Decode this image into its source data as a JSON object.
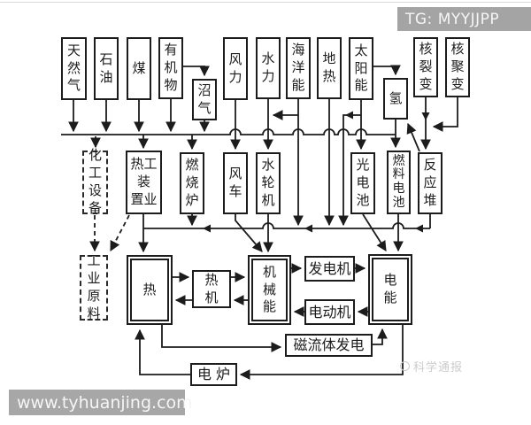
{
  "header": {
    "badge": "TG: MYYJJPP"
  },
  "watermarks": {
    "site": "www.tyhuanjing.com",
    "source": "科学通报"
  },
  "colors": {
    "line": "#1c1c1c",
    "badge_bg": "#a4a4a4",
    "badge_text": "#f5f5f5",
    "source_mark": "#cccccc",
    "background": "#ffffff"
  },
  "nodes": {
    "natural_gas": {
      "label": "天然气",
      "lines": [
        "天",
        "然",
        "气"
      ]
    },
    "oil": {
      "label": "石油",
      "lines": [
        "石",
        "油"
      ]
    },
    "coal": {
      "label": "煤",
      "lines": [
        "煤"
      ]
    },
    "organic": {
      "label": "有机物",
      "lines": [
        "有",
        "机",
        "物"
      ]
    },
    "biogas": {
      "label": "沼气",
      "lines": [
        "沼",
        "气"
      ]
    },
    "wind": {
      "label": "风力",
      "lines": [
        "风",
        "力"
      ]
    },
    "hydro": {
      "label": "水力",
      "lines": [
        "水",
        "力"
      ]
    },
    "ocean": {
      "label": "海洋能",
      "lines": [
        "海",
        "洋",
        "能"
      ]
    },
    "geothermal": {
      "label": "地热",
      "lines": [
        "地",
        "热"
      ]
    },
    "solar": {
      "label": "太阳能",
      "lines": [
        "太",
        "阳",
        "能"
      ]
    },
    "hydrogen": {
      "label": "氢",
      "lines": [
        "氢"
      ]
    },
    "fission": {
      "label": "核裂变",
      "lines": [
        "核",
        "裂",
        "变"
      ]
    },
    "fusion": {
      "label": "核聚变",
      "lines": [
        "核",
        "聚",
        "变"
      ]
    },
    "chem_equipment": {
      "label": "化工设备",
      "lines": [
        "化",
        "工",
        "设",
        "备"
      ]
    },
    "thermal_device": {
      "label": "热工装置业",
      "lines": [
        "热工",
        "装",
        "置业"
      ]
    },
    "furnace": {
      "label": "燃烧炉",
      "lines": [
        "燃",
        "烧",
        "炉"
      ]
    },
    "windmill": {
      "label": "风车",
      "lines": [
        "风",
        "车"
      ]
    },
    "water_turbine": {
      "label": "水轮机",
      "lines": [
        "水",
        "轮",
        "机"
      ]
    },
    "pv_cell": {
      "label": "光电池",
      "lines": [
        "光",
        "电",
        "池"
      ]
    },
    "fuel_cell": {
      "label": "燃料电池",
      "lines": [
        "燃",
        "料",
        "电",
        "池"
      ]
    },
    "reactor": {
      "label": "反应堆",
      "lines": [
        "反",
        "应",
        "堆"
      ]
    },
    "industrial_materials": {
      "label": "工业原料",
      "lines": [
        "工",
        "业",
        "原",
        "料"
      ]
    },
    "heat": {
      "label": "热",
      "lines": [
        "热"
      ]
    },
    "heat_engine": {
      "label": "热机",
      "lines": [
        "热",
        "机"
      ]
    },
    "mechanical": {
      "label": "机械能",
      "lines": [
        "机",
        "械",
        "能"
      ]
    },
    "generator": {
      "label": "发电机"
    },
    "motor": {
      "label": "电动机"
    },
    "electric": {
      "label": "电能",
      "lines": [
        "电",
        "能"
      ]
    },
    "mhd": {
      "label": "磁流体发电"
    },
    "electric_furnace": {
      "label": "电 炉"
    }
  }
}
